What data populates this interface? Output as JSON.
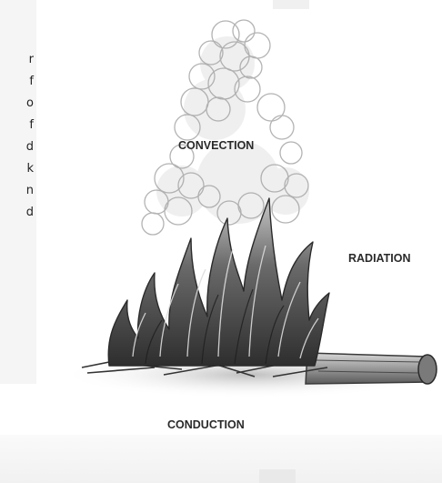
{
  "left_column": {
    "fragments": [
      "r",
      "f",
      "o",
      "f",
      "d",
      "k",
      "n",
      "d"
    ]
  },
  "labels": {
    "convection": "CONVECTION",
    "radiation": "RADIATION",
    "conduction": "CONDUCTION"
  },
  "colors": {
    "ink": "#2a2a2a",
    "smoke": "#9a9a9a",
    "flame_dark": "#3a3a3a",
    "flame_light": "#bdbdbd"
  }
}
